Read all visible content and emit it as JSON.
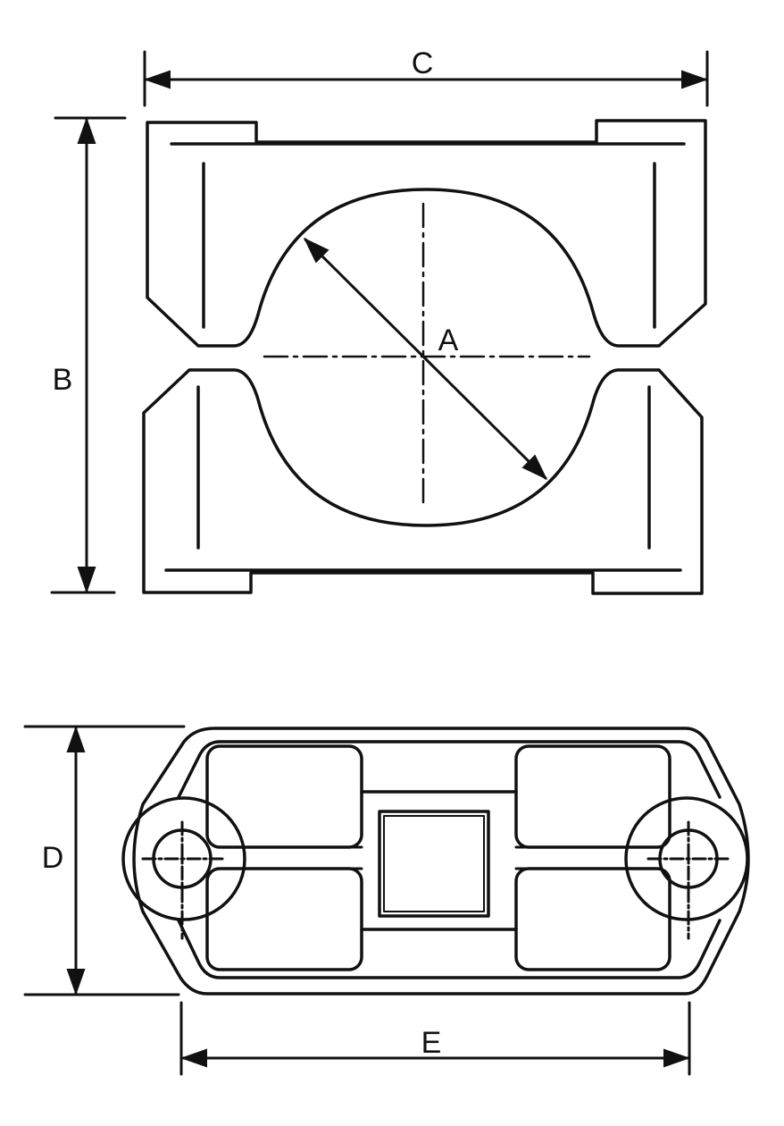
{
  "diagram": {
    "labels": {
      "A": "A",
      "B": "B",
      "C": "C",
      "D": "D",
      "E": "E"
    },
    "line_color": "#111111",
    "background": "#ffffff"
  }
}
